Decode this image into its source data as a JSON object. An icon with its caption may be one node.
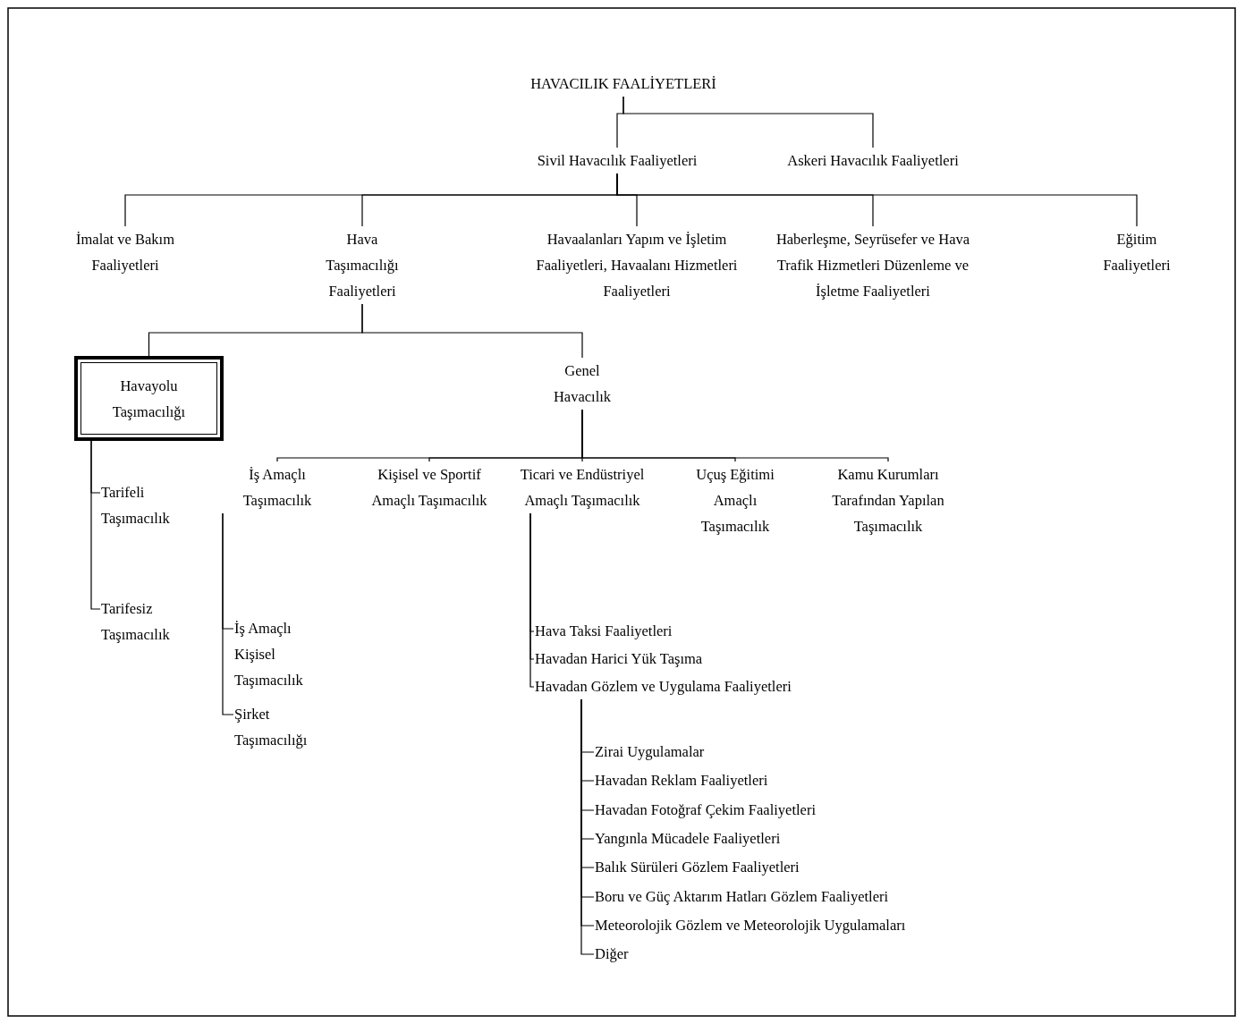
{
  "diagram": {
    "nodes": [
      {
        "text": [
          "HAVACILIK FAALİYETLERİ"
        ]
      },
      {
        "text": [
          "Sivil Havacılık Faaliyetleri"
        ]
      },
      {
        "text": [
          "Askeri Havacılık Faaliyetleri"
        ]
      },
      {
        "text": [
          "İmalat ve Bakım Faaliyetleri"
        ]
      },
      {
        "text": [
          "Hava Taşımacılığı Faaliyetleri"
        ]
      },
      {
        "text": [
          "Havaalanları Yapım ve İşletim Faaliyetleri, Havaalanı Hizmetleri Faaliyetleri"
        ]
      },
      {
        "text": [
          "Haberleşme, Seyrüsefer ve Hava Trafik Hizmetleri Düzenleme ve İşletme Faaliyetleri"
        ]
      },
      {
        "text": [
          "Eğitim Faaliyetleri"
        ]
      },
      {
        "text": [
          "Havayolu Taşımacılığı"
        ]
      },
      {
        "text": [
          "Genel Havacılık"
        ]
      },
      {
        "text": [
          "Tarifeli Taşımacılık"
        ]
      },
      {
        "text": [
          "Tarifesiz Taşımacılık"
        ]
      },
      {
        "text": [
          "İş Amaçlı Taşımacılık"
        ]
      },
      {
        "text": [
          "Kişisel ve Sportif Amaçlı Taşımacılık"
        ]
      },
      {
        "text": [
          "Ticari ve Endüstriyel Amaçlı Taşımacılık"
        ]
      },
      {
        "text": [
          "Uçuş Eğitimi Amaçlı Taşımacılık"
        ]
      },
      {
        "text": [
          "Kamu Kurumları Tarafından Yapılan Taşımacılık"
        ]
      },
      {
        "text": [
          "İş Amaçlı Kişisel Taşımacılık"
        ]
      },
      {
        "text": [
          "Şirket Taşımacılığı"
        ]
      },
      {
        "text": [
          "Hava Taksi Faaliyetleri"
        ]
      },
      {
        "text": [
          "Havadan Harici Yük Taşıma"
        ]
      },
      {
        "text": [
          "Havadan Gözlem ve Uygulama Faaliyetleri"
        ]
      },
      {
        "text": [
          "Zirai Uygulamalar"
        ]
      },
      {
        "text": [
          "Havadan Reklam Faaliyetleri"
        ]
      },
      {
        "text": [
          "Havadan Fotoğraf Çekim Faaliyetleri"
        ]
      },
      {
        "text": [
          "Yangınla Mücadele Faaliyetleri"
        ]
      },
      {
        "text": [
          "Balık Sürüleri Gözlem Faaliyetleri"
        ]
      },
      {
        "text": [
          "Boru ve Güç Aktarım Hatları Gözlem Faaliyetleri"
        ]
      },
      {
        "text": [
          "Meteorolojik Gözlem ve Meteorolojik Uygulamaları"
        ]
      },
      {
        "text": [
          "Diğer"
        ]
      }
    ],
    "edges": [
      {
        "from": 0,
        "to": 1,
        "arrow": "none"
      },
      {
        "from": 0,
        "to": 2,
        "arrow": "none"
      },
      {
        "from": 1,
        "to": 3,
        "arrow": "none"
      },
      {
        "from": 1,
        "to": 4,
        "arrow": "none"
      },
      {
        "from": 1,
        "to": 5,
        "arrow": "none"
      },
      {
        "from": 1,
        "to": 6,
        "arrow": "none"
      },
      {
        "from": 1,
        "to": 7,
        "arrow": "none"
      },
      {
        "from": 4,
        "to": 8,
        "arrow": "none"
      },
      {
        "from": 4,
        "to": 9,
        "arrow": "none"
      },
      {
        "from": 8,
        "to": 10,
        "arrow": "none"
      },
      {
        "from": 8,
        "to": 11,
        "arrow": "none"
      },
      {
        "from": 9,
        "to": 12,
        "arrow": "none"
      },
      {
        "from": 9,
        "to": 13,
        "arrow": "none"
      },
      {
        "from": 9,
        "to": 14,
        "arrow": "none"
      },
      {
        "from": 9,
        "to": 15,
        "arrow": "none"
      },
      {
        "from": 9,
        "to": 16,
        "arrow": "none"
      },
      {
        "from": 12,
        "to": 17,
        "arrow": "none"
      },
      {
        "from": 12,
        "to": 18,
        "arrow": "none"
      },
      {
        "from": 14,
        "to": 19,
        "arrow": "none"
      },
      {
        "from": 14,
        "to": 20,
        "arrow": "none"
      },
      {
        "from": 14,
        "to": 21,
        "arrow": "none"
      },
      {
        "from": 21,
        "to": 22,
        "arrow": "none"
      },
      {
        "from": 21,
        "to": 23,
        "arrow": "none"
      },
      {
        "from": 21,
        "to": 24,
        "arrow": "none"
      },
      {
        "from": 21,
        "to": 25,
        "arrow": "none"
      },
      {
        "from": 21,
        "to": 26,
        "arrow": "none"
      },
      {
        "from": 21,
        "to": 27,
        "arrow": "none"
      },
      {
        "from": 21,
        "to": 28,
        "arrow": "none"
      },
      {
        "from": 21,
        "to": 29,
        "arrow": "none"
      }
    ]
  }
}
